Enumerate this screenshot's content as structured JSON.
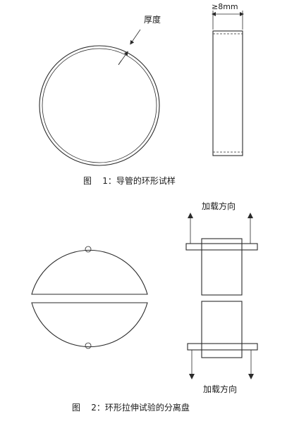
{
  "figure1": {
    "thickness_label": "厚度",
    "width_label": "≥8mm",
    "caption": "图    1：导管的环形试样"
  },
  "figure2": {
    "load_direction_top": "加载方向",
    "load_direction_bottom": "加载方向",
    "caption": "图    2：环形拉伸试验的分离盘"
  },
  "colors": {
    "line": "#2a2a2a",
    "text": "#1a1a1a",
    "background": "#ffffff"
  }
}
